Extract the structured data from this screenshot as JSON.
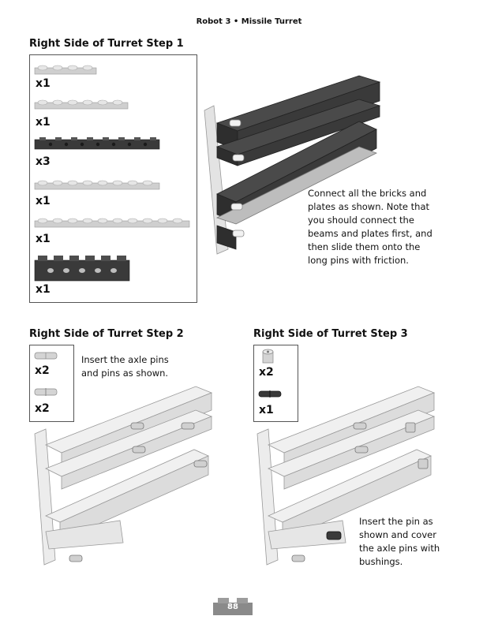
{
  "header": {
    "text": "Robot 3 • Missile Turret"
  },
  "step1": {
    "title": "Right Side of Turret Step 1",
    "parts": [
      {
        "qty": "x1",
        "icon": "1x4-plate-light-gray"
      },
      {
        "qty": "x1",
        "icon": "1x6-plate-light-gray"
      },
      {
        "qty": "x3",
        "icon": "1x8-technic-beam-dark-gray"
      },
      {
        "qty": "x1",
        "icon": "1x8-plate-light-gray"
      },
      {
        "qty": "x1",
        "icon": "1x10-plate-light-gray"
      },
      {
        "qty": "x1",
        "icon": "1x6-technic-beam-dark-gray"
      }
    ],
    "description": [
      "Connect all the bricks and",
      "plates as shown. Note that",
      "you should connect the",
      "beams and plates first, and",
      "then slide them onto the",
      "long pins with friction."
    ]
  },
  "step2": {
    "title": "Right Side of Turret Step 2",
    "parts": [
      {
        "qty": "x2",
        "icon": "axle-pin-light-gray"
      },
      {
        "qty": "x2",
        "icon": "friction-pin-light-gray"
      }
    ],
    "description": [
      "Insert the axle pins",
      "and pins as shown."
    ]
  },
  "step3": {
    "title": "Right Side of Turret Step 3",
    "parts": [
      {
        "qty": "x2",
        "icon": "bushing-light-gray"
      },
      {
        "qty": "x1",
        "icon": "long-pin-dark-gray"
      }
    ],
    "description": [
      "Insert the pin as",
      "shown and cover",
      "the axle pins with",
      "bushings."
    ]
  },
  "footer": {
    "page_number": "88"
  },
  "colors": {
    "dark_beam": "#3a3a3a",
    "light_part": "#d9d9d9",
    "outline": "#555555"
  }
}
